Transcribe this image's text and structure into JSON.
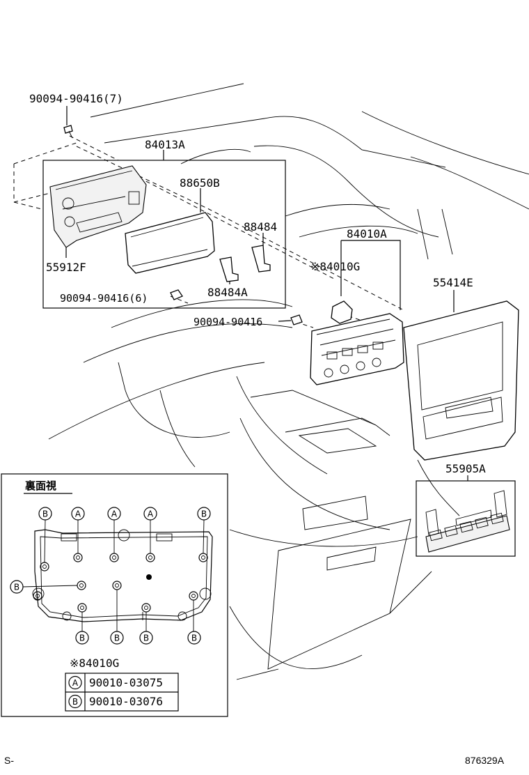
{
  "callouts": {
    "screw_top": "90094-90416(7)",
    "bezel_84013a": "84013A",
    "part_88650b": "88650B",
    "part_88484": "88484",
    "part_84010a": "84010A",
    "part_84010g_note": "※84010G",
    "part_55912f": "55912F",
    "part_88484a": "88484A",
    "screw_6": "90094-90416(6)",
    "screw_single": "90094-90416",
    "panel_55414e": "55414E",
    "switch_55905a": "55905A"
  },
  "inset": {
    "title": "裏面視",
    "ref": "※84010G",
    "marker_a": "A",
    "marker_b": "B",
    "legend": [
      {
        "marker": "A",
        "part": "90010-03075"
      },
      {
        "marker": "B",
        "part": "90010-03076"
      }
    ]
  },
  "footer": {
    "left": "S-",
    "right": "876329A"
  }
}
